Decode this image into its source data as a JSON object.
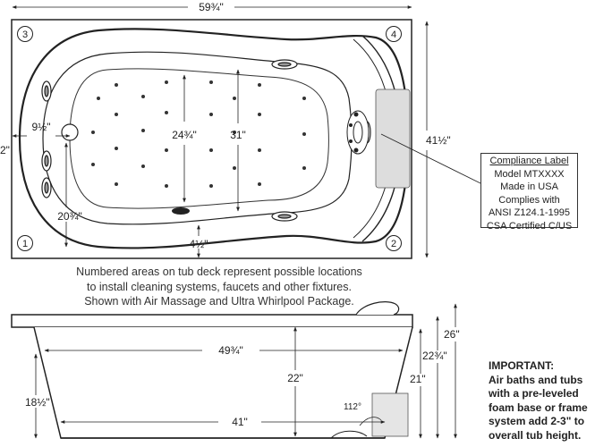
{
  "top_view": {
    "overall_length": "59¾\"",
    "overall_width": "41½\"",
    "interior_length": "31\"",
    "interior_width": "24¾\"",
    "drain_offset": "9½\"",
    "end_width": "20¾\"",
    "deck_depth": "4½\"",
    "left_edge_partial": "2\"",
    "corners": [
      "3",
      "4",
      "1",
      "2"
    ]
  },
  "compliance_label": {
    "title": "Compliance Label",
    "lines": [
      "Model MTXXXX",
      "Made in USA",
      "Complies with",
      "ANSI Z124.1-1995",
      "CSA Certified C/US"
    ]
  },
  "notes": [
    "Numbered areas on tub deck represent possible locations",
    "to install cleaning systems, faucets and other fixtures.",
    "Shown with Air Massage and Ultra Whirlpool Package."
  ],
  "side_view": {
    "top_length": "49¾\"",
    "bottom_length": "41\"",
    "interior_depth": "22\"",
    "left_height": "18½\"",
    "height_21": "21\"",
    "height_22": "22¾\"",
    "height_26": "26\"",
    "angle": "112°"
  },
  "important": {
    "title": "IMPORTANT:",
    "lines": [
      "Air baths and tubs",
      "with a pre-leveled",
      "foam base or frame",
      "system add 2-3\" to",
      "overall tub height."
    ]
  }
}
